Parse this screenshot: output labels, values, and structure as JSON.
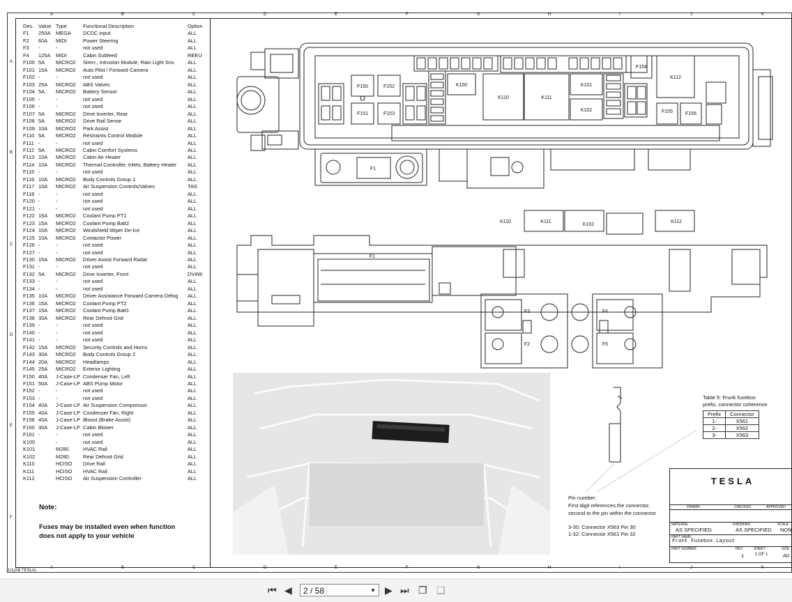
{
  "fuse_table": {
    "headers": {
      "des": "Des.",
      "value": "Value",
      "type": "Type",
      "desc": "Functional Description",
      "option": "Option"
    },
    "rows": [
      [
        "F1",
        "250A",
        "MEGA",
        "DCDC input",
        "ALL"
      ],
      [
        "F2",
        "60A",
        "MIDI",
        "Power Steering",
        "ALL"
      ],
      [
        "F3",
        "-",
        "-",
        "not used",
        "ALL"
      ],
      [
        "F4",
        "125A",
        "MIDI",
        "Cabin Subfeed",
        "REEU"
      ],
      [
        "F100",
        "5A",
        "MICRO2",
        "Siren-, Intrusion Module, Rain Light Sns",
        "ALL"
      ],
      [
        "F101",
        "15A",
        "MICRO2",
        "Auto Pilot / Forward Camera",
        "ALL"
      ],
      [
        "F102",
        "-",
        "-",
        "not used",
        "ALL"
      ],
      [
        "F103",
        "25A",
        "MICRO2",
        "ABS Valves",
        "ALL"
      ],
      [
        "F104",
        "5A",
        "MICRO2",
        "Battery Sensor",
        "ALL"
      ],
      [
        "F105",
        "-",
        "-",
        "not used",
        "ALL"
      ],
      [
        "F106",
        "-",
        "-",
        "not used",
        "ALL"
      ],
      [
        "F107",
        "5A",
        "MICRO2",
        "Drive Inverter, Rear",
        "ALL"
      ],
      [
        "F108",
        "5A",
        "MICRO2",
        "Drive Rail Sense",
        "ALL"
      ],
      [
        "F109",
        "10A",
        "MICRO2",
        "Park Assist",
        "ALL"
      ],
      [
        "F110",
        "5A",
        "MICRO2",
        "Restraints Control Module",
        "ALL"
      ],
      [
        "F111",
        "-",
        "-",
        "not used",
        "ALL"
      ],
      [
        "F112",
        "5A",
        "MICRO2",
        "Cabin Comfort Systems",
        "ALL"
      ],
      [
        "F113",
        "10A",
        "MICRO2",
        "Cabin Air Heater",
        "ALL"
      ],
      [
        "F114",
        "10A",
        "MICRO2",
        "Thermal Controller, Inlets, Battery Heater",
        "ALL"
      ],
      [
        "F115",
        "-",
        "-",
        "not used",
        "ALL"
      ],
      [
        "F116",
        "10A",
        "MICRO2",
        "Body Controls Group 1",
        "ALL"
      ],
      [
        "F117",
        "10A",
        "MICRO2",
        "Air Suspension Controls/Valves",
        "TAS"
      ],
      [
        "F118",
        "-",
        "-",
        "not used",
        "ALL"
      ],
      [
        "F120",
        "-",
        "-",
        "not used",
        "ALL"
      ],
      [
        "F121",
        "-",
        "-",
        "not used",
        "ALL"
      ],
      [
        "F122",
        "15A",
        "MICRO2",
        "Coolant Pump PT1",
        "ALL"
      ],
      [
        "F123",
        "15A",
        "MICRO2",
        "Coolant Pump Batt2",
        "ALL"
      ],
      [
        "F124",
        "10A",
        "MICRO2",
        "Windshield Wiper De-Ice",
        "ALL"
      ],
      [
        "F125",
        "10A",
        "MICRO2",
        "Contactor Power",
        "ALL"
      ],
      [
        "F126",
        "-",
        "-",
        "not used",
        "ALL"
      ],
      [
        "F127",
        "-",
        "-",
        "not used",
        "ALL"
      ],
      [
        "F130",
        "15A",
        "MICRO2",
        "Driver Assist Forward Radar",
        "ALL"
      ],
      [
        "F131",
        "-",
        "-",
        "not used",
        "ALL"
      ],
      [
        "F132",
        "5A",
        "MICRO2",
        "Drive Inverter, Front",
        "DV4W"
      ],
      [
        "F133",
        "-",
        "-",
        "not used",
        "ALL"
      ],
      [
        "F134",
        "-",
        "-",
        "not used",
        "ALL"
      ],
      [
        "F135",
        "10A",
        "MICRO2",
        "Driver Assistance Forward Camera Defog",
        "ALL"
      ],
      [
        "F136",
        "15A",
        "MICRO2",
        "Coolant Pump PT2",
        "ALL"
      ],
      [
        "F137",
        "15A",
        "MICRO2",
        "Coolant Pump Batt1",
        "ALL"
      ],
      [
        "F138",
        "30A",
        "MICRO2",
        "Rear Defrost Grid",
        "ALL"
      ],
      [
        "F139",
        "-",
        "-",
        "not used",
        "ALL"
      ],
      [
        "F140",
        "-",
        "-",
        "not used",
        "ALL"
      ],
      [
        "F141",
        "-",
        "-",
        "not used",
        "ALL"
      ],
      [
        "F142",
        "15A",
        "MICRO2",
        "Security Controls and Horns",
        "ALL"
      ],
      [
        "F143",
        "30A",
        "MICRO2",
        "Body Controls Group 2",
        "ALL"
      ],
      [
        "F144",
        "20A",
        "MICRO2",
        "Headlamps",
        "ALL"
      ],
      [
        "F145",
        "25A",
        "MICRO2",
        "Exterior Lighting",
        "ALL"
      ],
      [
        "F150",
        "40A",
        "J-Case-LP",
        "Condenser Fan, Left",
        "ALL"
      ],
      [
        "F151",
        "50A",
        "J-Case-LP",
        "ABS Pump Motor",
        "ALL"
      ],
      [
        "F152",
        "-",
        "-",
        "not used",
        "ALL"
      ],
      [
        "F153",
        "-",
        "-",
        "not used",
        "ALL"
      ],
      [
        "F154",
        "40A",
        "J-Case-LP",
        "Air Suspension Compressor",
        "ALL"
      ],
      [
        "F155",
        "40A",
        "J-Case-LP",
        "Condenser Fan, Right",
        "ALL"
      ],
      [
        "F156",
        "40A",
        "J-Case-LP",
        "iBoost (Brake Assist)",
        "ALL"
      ],
      [
        "F160",
        "30A",
        "J-Case-LP",
        "Cabin Blower",
        "ALL"
      ],
      [
        "F161",
        "-",
        "-",
        "not used",
        "ALL"
      ],
      [
        "K100",
        "",
        "-",
        "not used",
        "ALL"
      ],
      [
        "K101",
        "",
        "M280.",
        "HVAC Rail",
        "ALL"
      ],
      [
        "K102",
        "",
        "M280.",
        "Rear Defrost Grid",
        "ALL"
      ],
      [
        "K110",
        "",
        "HCISO",
        "Drive Rail",
        "ALL"
      ],
      [
        "K111",
        "",
        "HCISO",
        "HVAC Rail",
        "ALL"
      ],
      [
        "K112",
        "",
        "HCISO",
        "Air Suspension Controller",
        "ALL"
      ]
    ]
  },
  "note": {
    "title": "Note:",
    "line1": "Fuses may be installed even when function",
    "line2": "does not apply to your vehicle"
  },
  "top_view_labels": {
    "f150": "F150",
    "f152": "F152",
    "f151": "F151",
    "f153": "F153",
    "k100": "K100",
    "k110": "K110",
    "k111": "K111",
    "k101": "K101",
    "k102": "K102",
    "f154": "F154",
    "k112": "K112",
    "f155": "F155",
    "f156": "F156",
    "f1": "F1"
  },
  "side_view_labels": {
    "k110": "K110",
    "k111": "K111",
    "k102": "K102",
    "k112": "K112",
    "f1": "F1",
    "f3": "F3",
    "f2": "F2",
    "f4": "F4",
    "f5": "F5"
  },
  "table5": {
    "title1": "Table 5: Frunk fusebox",
    "title2": "prefix, connector coherence",
    "headers": [
      "Prefix",
      "Connector"
    ],
    "rows": [
      [
        "1-",
        "X561"
      ],
      [
        "2-",
        "X562"
      ],
      [
        "3-",
        "X563"
      ]
    ]
  },
  "pin_info": {
    "line1": "Pin number:",
    "line2": "First digit references the connector,",
    "line3": "second to the pin within the connector",
    "line4": "3-30: Connector X563 Pin 30",
    "line5": "1-32: Connector X561 Pin 32"
  },
  "title_block": {
    "logo": "TESLA",
    "drawn": "DRAWN",
    "checked": "CHECKED",
    "approved": "APPROVED",
    "material_label": "MATERIAL",
    "material": "AS SPECIFIED",
    "finishing_label": "FINISHING",
    "finishing": "AS SPECIFIED",
    "scale_label": "SCALE",
    "scale": "NONE",
    "part_name_label": "PART NAME",
    "part_name": "Front Fusebox Layout",
    "part_number_label": "PART NUMBER",
    "rev_label": "REV",
    "rev": "1",
    "sheet_label": "SHEET",
    "sheet": "1 OF 1",
    "size_label": "SIZE",
    "size": "A0"
  },
  "sheet_ref": "1/1(AB TESLA)",
  "grid": {
    "cols": [
      "A",
      "B",
      "C",
      "D",
      "E",
      "F",
      "G",
      "H",
      "I",
      "J",
      "K"
    ],
    "rows": [
      "A",
      "B",
      "C",
      "D",
      "E",
      "F"
    ]
  },
  "viewer": {
    "page_indicator": "2 / 58"
  }
}
